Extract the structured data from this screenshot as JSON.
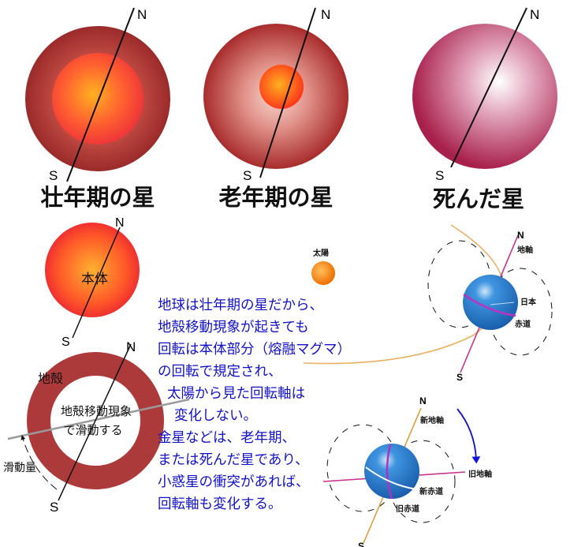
{
  "stars": [
    {
      "title": "壮年期の星",
      "north": "N",
      "south": "S"
    },
    {
      "title": "老年期の星",
      "north": "N",
      "south": "S"
    },
    {
      "title": "死んだ星",
      "north": "N",
      "south": "S"
    }
  ],
  "body": {
    "label": "本体",
    "north": "N",
    "south": "S"
  },
  "sun": {
    "label": "太陽"
  },
  "crust": {
    "label": "地殻",
    "center_line1": "地殻移動現象",
    "center_line2": "で滑動する",
    "slide_label": "滑動量",
    "north": "N",
    "south": "S"
  },
  "explanation": [
    "地球は壮年期の星だから、",
    "地殻移動現象が起きても",
    "回転は本体部分（熔融マグマ）",
    "の回転で規定され、",
    "太陽から見た回転軸は",
    "変化しない。",
    "金星などは、老年期、",
    "または死んだ星であり、",
    "小惑星の衝突があれば、",
    "回転軸も変化する。"
  ],
  "earth1": {
    "north": "N",
    "south": "S",
    "axis": "地軸",
    "japan": "日本",
    "equator": "赤道"
  },
  "earth2": {
    "north": "N",
    "south": "S",
    "new_axis": "新地軸",
    "old_axis": "旧地軸",
    "new_equator": "新赤道",
    "old_equator": "旧赤道"
  },
  "colors": {
    "text_blue": "#1212c8",
    "globe": "#2a7fd0",
    "axis_magenta": "#c8308c",
    "orbit": "#e8b060"
  }
}
